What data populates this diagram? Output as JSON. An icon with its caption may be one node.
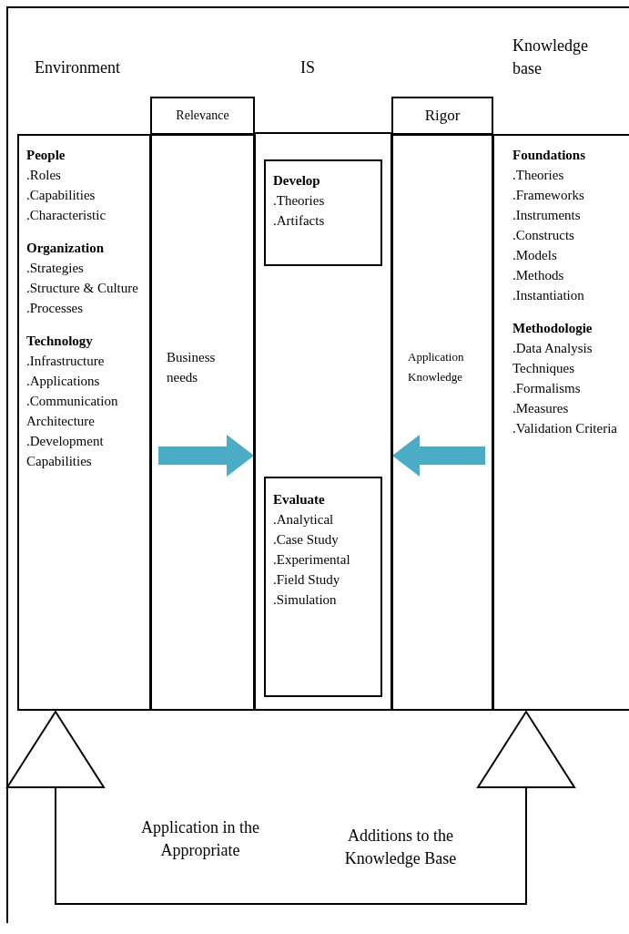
{
  "diagram": {
    "nodes": [
      {
        "text": [
          "People",
          ".Roles",
          ".Capabilities",
          ".Characteristic",
          "Organization",
          ".Strategies",
          ".Structure & Culture",
          ".Processes",
          "Technology",
          ".Infrastructure",
          ".Applications",
          ".Communication Architecture",
          ".Development Capabilities"
        ]
      },
      {
        "text": [
          "Relevance"
        ]
      },
      {
        "text": [
          "Business needs"
        ]
      },
      {
        "text": [],
        "shape": "box"
      },
      {
        "text": [
          "Develop",
          ".Theories",
          ".Artifacts"
        ],
        "in": 3
      },
      {
        "text": [
          "Evaluate",
          ".Analytical",
          ".Case Study",
          ".Experimental",
          ".Field Study",
          ".Simulation"
        ],
        "in": 3
      },
      {
        "text": [
          "Rigor"
        ]
      },
      {
        "text": [
          "Application Knowledge"
        ]
      },
      {
        "text": [
          "Foundations",
          ".Theories",
          ".Frameworks",
          ".Instruments",
          ".Constructs",
          ".Models",
          ".Methods",
          ".Instantiation",
          "Methodologie",
          ".Data Analysis Techniques",
          ".Formalisms",
          ".Measures",
          ".Validation Criteria"
        ]
      }
    ],
    "edges": [
      {
        "from": 2,
        "to": 3,
        "arrow": "to",
        "color": "#4bacc6"
      },
      {
        "from": 7,
        "to": 3,
        "arrow": "to",
        "color": "#4bacc6"
      },
      {
        "from": 8,
        "to": 0,
        "arrow": "both",
        "color": "#000000"
      }
    ],
    "labels": [
      "Knowledge base",
      "Environment",
      "IS",
      "Application in the Appropriate",
      "Additions to the Knowledge Base"
    ]
  }
}
